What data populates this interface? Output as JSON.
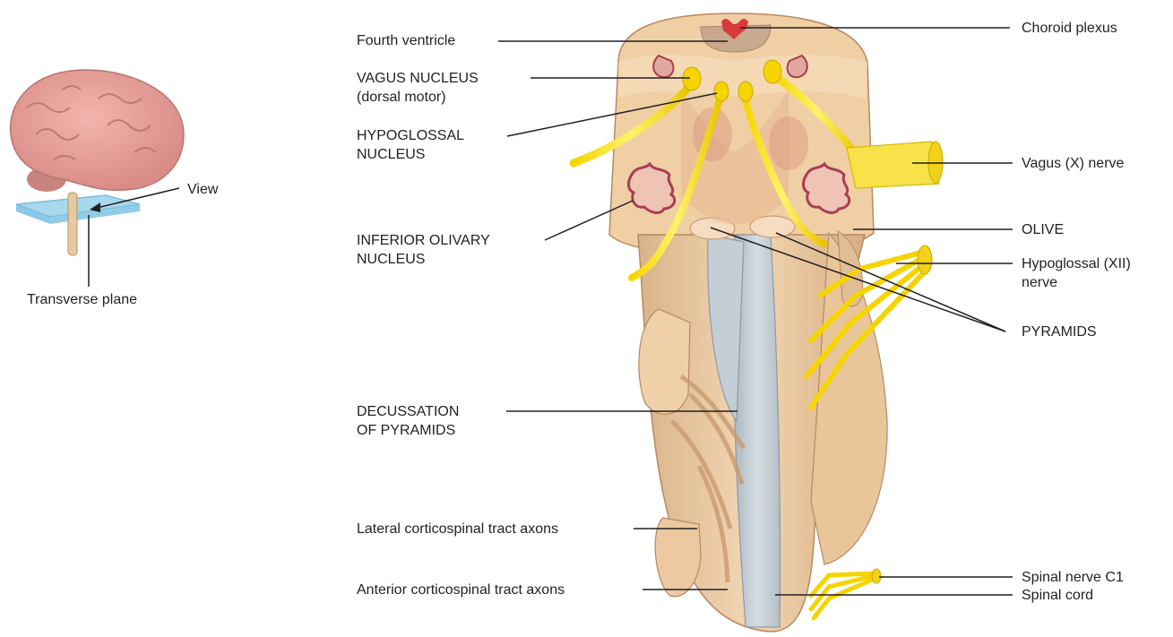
{
  "inset": {
    "view_label": "View",
    "plane_label": "Transverse plane"
  },
  "labels": {
    "fourth_ventricle": "Fourth ventricle",
    "vagus_nucleus": "VAGUS NUCLEUS\n(dorsal motor)",
    "hypoglossal_nucleus": "HYPOGLOSSAL\nNUCLEUS",
    "inferior_olivary_nucleus": "INFERIOR OLIVARY\nNUCLEUS",
    "decussation": "DECUSSATION\nOF PYRAMIDS",
    "lateral_tract": "Lateral corticospinal tract axons",
    "anterior_tract": "Anterior corticospinal tract axons",
    "choroid_plexus": "Choroid plexus",
    "vagus_nerve": "Vagus (X) nerve",
    "olive": "OLIVE",
    "hypoglossal_nerve": "Hypoglossal (XII)\nnerve",
    "pyramids": "PYRAMIDS",
    "spinal_nerve_c1": "Spinal nerve C1",
    "spinal_cord": "Spinal cord"
  }
}
